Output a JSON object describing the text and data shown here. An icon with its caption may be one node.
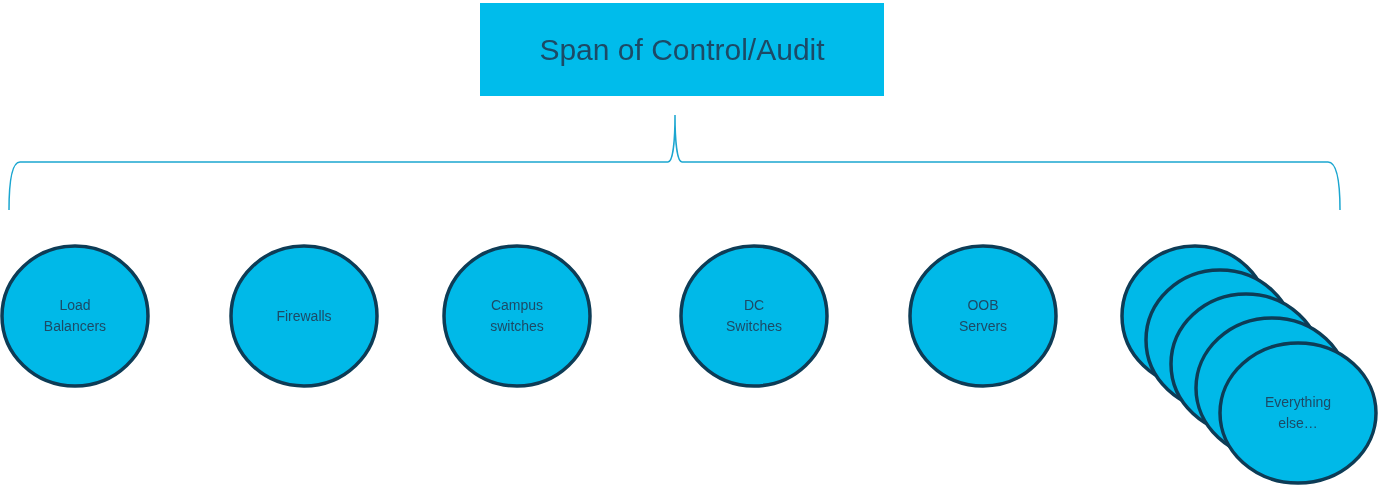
{
  "diagram": {
    "nodes": [
      {
        "text": [
          "Span of Control/Audit"
        ]
      },
      {
        "text": [
          "Load Balancers"
        ]
      },
      {
        "text": [
          "Firewalls"
        ]
      },
      {
        "text": [
          "Campus switches"
        ]
      },
      {
        "text": [
          "DC Switches"
        ]
      },
      {
        "text": [
          "OOB Servers"
        ]
      },
      {
        "text": [
          "Everything else…"
        ]
      }
    ]
  }
}
